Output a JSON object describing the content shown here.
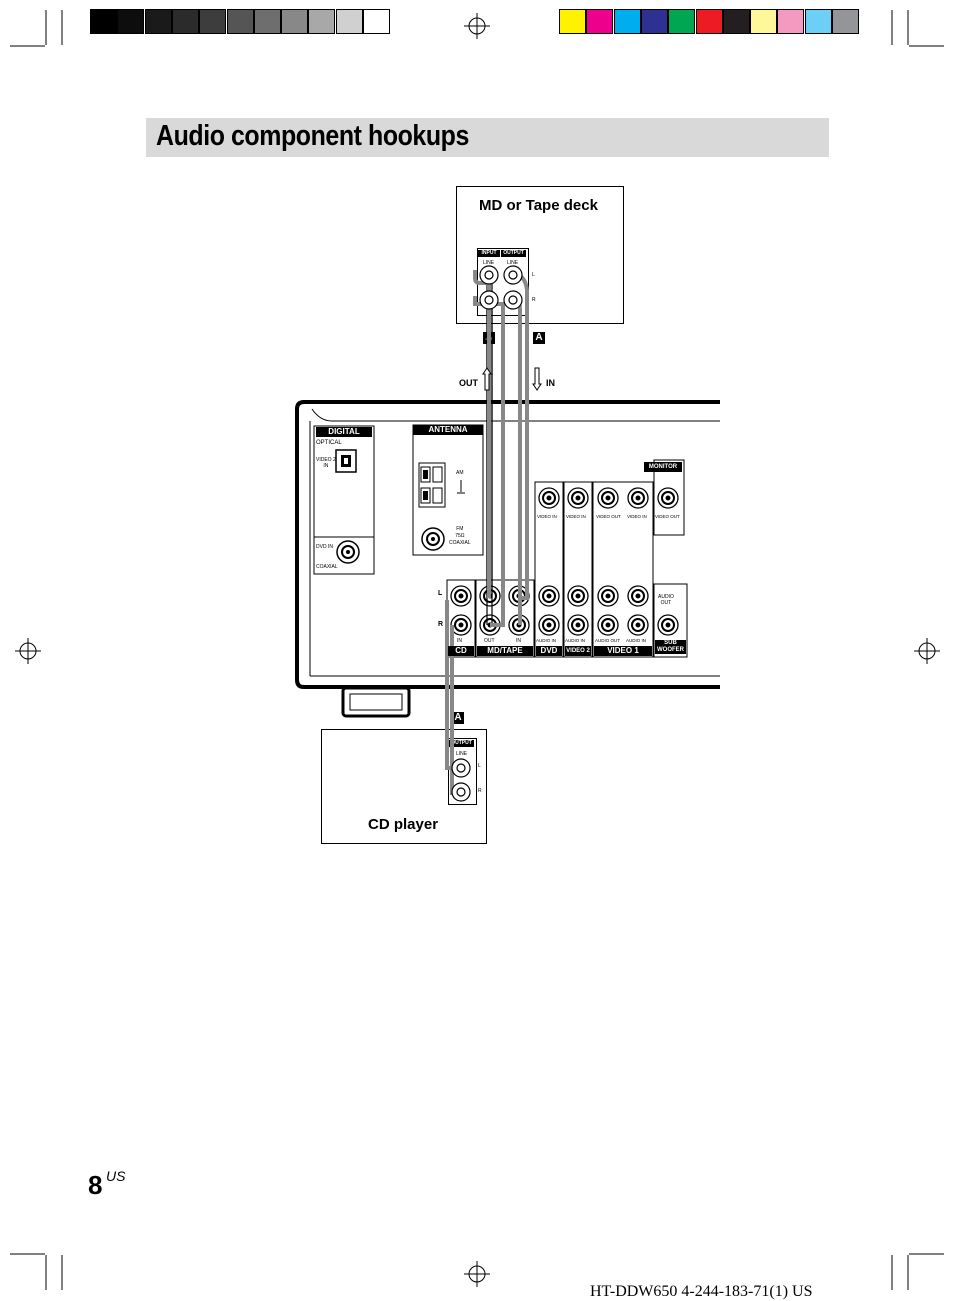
{
  "page": {
    "title": "Audio component hookups",
    "page_number": "8",
    "page_suffix": "US",
    "footer_model": "HT-DDW650   4-244-183-71(1) US"
  },
  "color_bar": {
    "grays": [
      "#000000",
      "#0d0d0d",
      "#1a1a1a",
      "#2b2b2b",
      "#3d3d3d",
      "#555555",
      "#6e6e6e",
      "#888888",
      "#a8a8a8",
      "#d0d0d0",
      "#ffffff"
    ],
    "colors": [
      "#fff200",
      "#ec008c",
      "#00aeef",
      "#2e3192",
      "#00a651",
      "#ed1c24",
      "#231f20",
      "#fff799",
      "#f49ac1",
      "#6dcff6",
      "#939598"
    ]
  },
  "md_deck": {
    "label": "MD or Tape deck",
    "input_label": "INPUT",
    "output_label": "OUTPUT",
    "line_label": "LINE",
    "l": "L",
    "r": "R"
  },
  "cd_player": {
    "label": "CD player",
    "output_label": "OUTPUT",
    "line_label": "LINE",
    "l": "L",
    "r": "R"
  },
  "markers": {
    "a": "A",
    "out": "OUT",
    "in": "IN"
  },
  "receiver": {
    "digital": "DIGITAL",
    "optical": "OPTICAL",
    "video2_in": "VIDEO 2\nIN",
    "dvd_in": "DVD IN",
    "coaxial": "COAXIAL",
    "antenna": "ANTENNA",
    "am": "AM",
    "fm": "FM\n75Ω\nCOAXIAL",
    "monitor": "MONITOR",
    "l": "L",
    "r": "R",
    "video_in": "VIDEO IN",
    "video_out": "VIDEO OUT",
    "audio_in": "AUDIO IN",
    "audio_out": "AUDIO OUT",
    "audio_out_stack": "AUDIO\nOUT",
    "in": "IN",
    "out": "OUT",
    "cd": "CD",
    "md_tape": "MD/TAPE",
    "dvd": "DVD",
    "video2": "VIDEO 2",
    "video1": "VIDEO 1",
    "sub_woofer": "SUB\nWOOFER"
  }
}
